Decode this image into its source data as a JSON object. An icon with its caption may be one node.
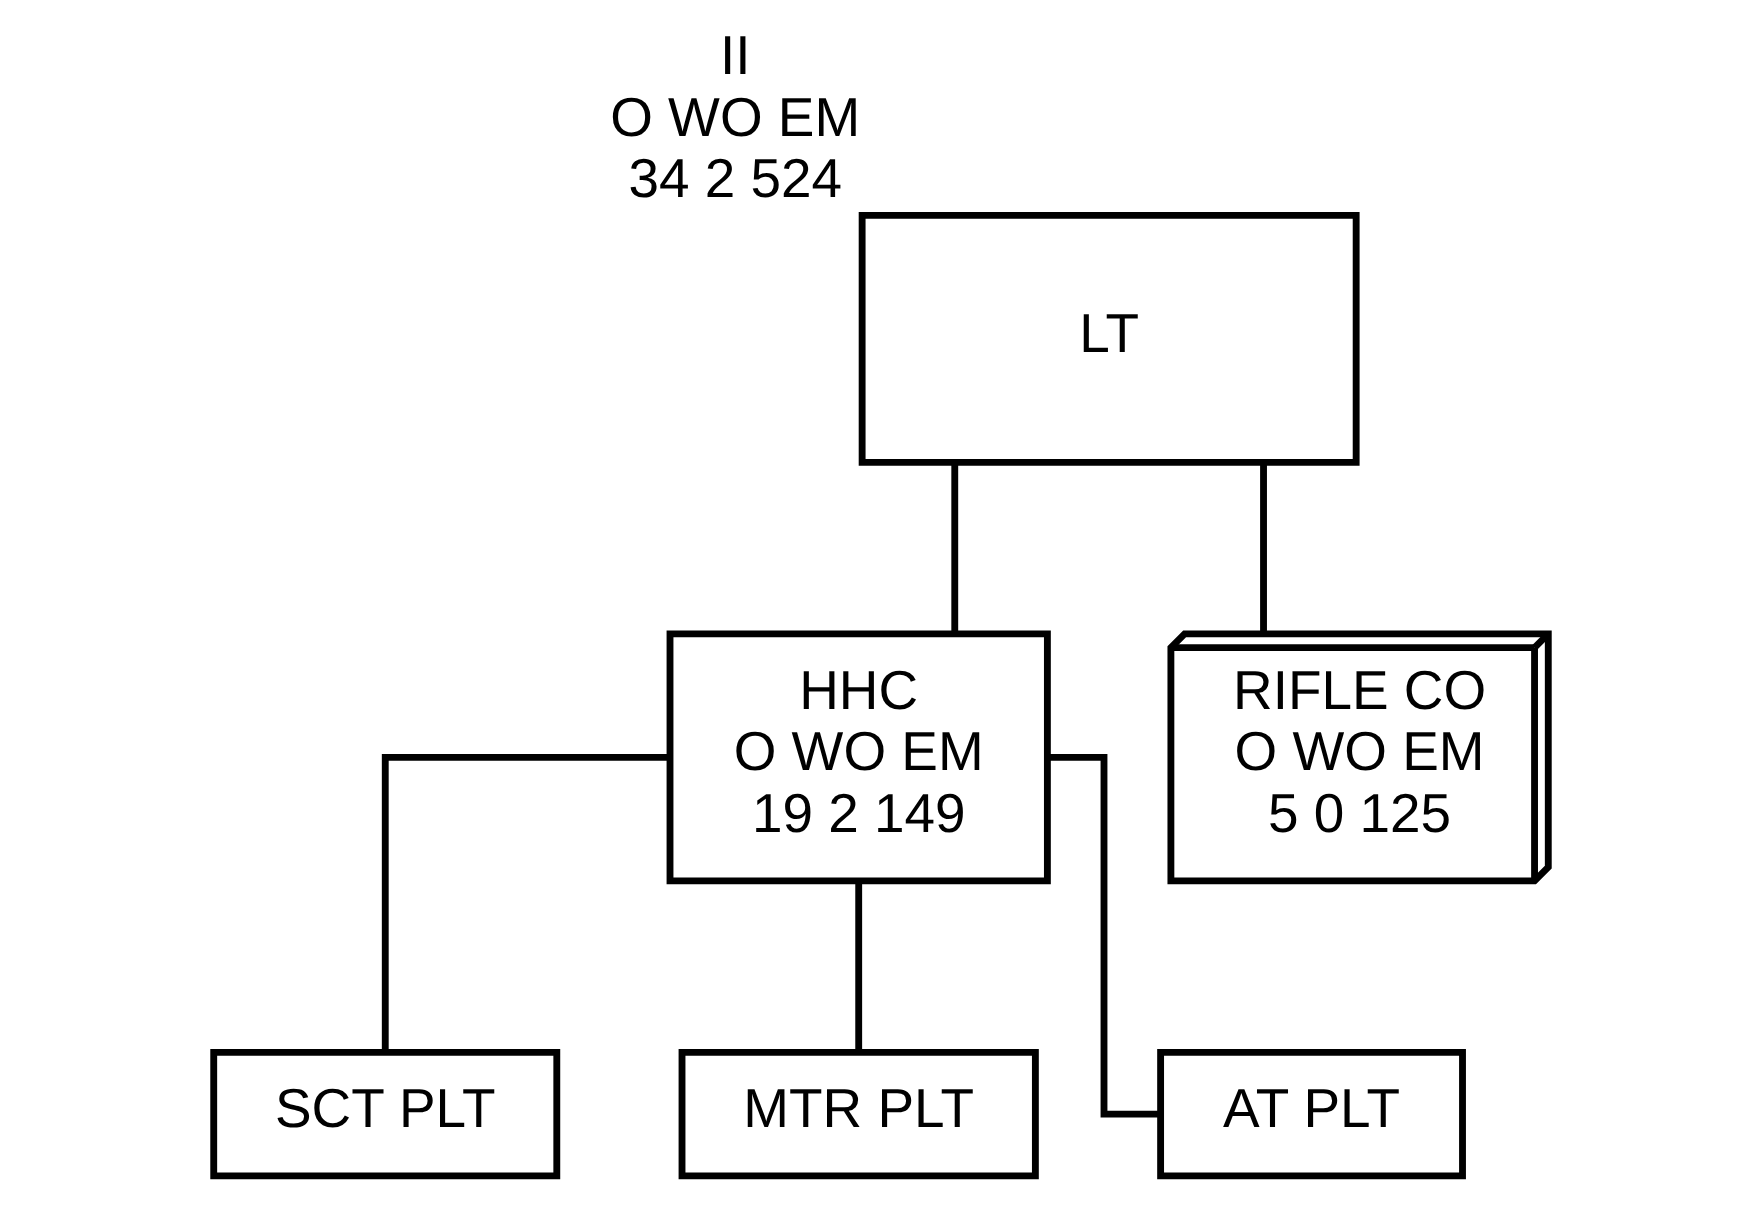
{
  "diagram": {
    "nodes": [
      {
        "text": [
          "LT"
        ],
        "beside": [
          "II",
          "O WO EM",
          "34 2 524"
        ]
      },
      {
        "text": [
          "HHC",
          "O WO EM",
          "19 2 149"
        ]
      },
      {
        "text": [
          "RIFLE CO",
          "O WO EM",
          "5 0 125"
        ]
      },
      {
        "text": [
          "SCT PLT"
        ]
      },
      {
        "text": [
          "MTR PLT"
        ]
      },
      {
        "text": [
          "AT PLT"
        ]
      }
    ],
    "edges": [
      {
        "from": 0,
        "to": 1,
        "arrow": "none"
      },
      {
        "from": 0,
        "to": 2,
        "arrow": "none"
      },
      {
        "from": 1,
        "to": 3,
        "arrow": "none"
      },
      {
        "from": 1,
        "to": 4,
        "arrow": "none"
      },
      {
        "from": 1,
        "to": 5,
        "arrow": "none"
      }
    ]
  }
}
